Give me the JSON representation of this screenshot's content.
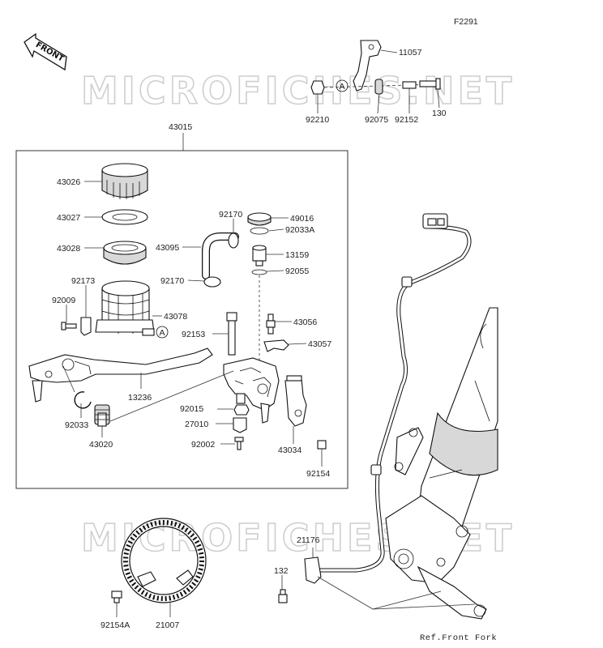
{
  "diagram": {
    "figure_code": "F2291",
    "front_badge": "FRONT",
    "watermark_text": "MICROFICHES.NET",
    "reference_label": "Ref.Front Fork",
    "assembly_callout": "A",
    "part_numbers": {
      "p11057": "11057",
      "p92210": "92210",
      "p92075": "92075",
      "p92152": "92152",
      "p130": "130",
      "p43015": "43015",
      "p43026": "43026",
      "p43027": "43027",
      "p43028": "43028",
      "p92173": "92173",
      "p92009": "92009",
      "p43078": "43078",
      "p92170a": "92170",
      "p92170b": "92170",
      "p43095": "43095",
      "p49016": "49016",
      "p92033A": "92033A",
      "p13159": "13159",
      "p92055": "92055",
      "p43056": "43056",
      "p43057": "43057",
      "p92153": "92153",
      "p13236": "13236",
      "p92033": "92033",
      "p43020": "43020",
      "p92015": "92015",
      "p27010": "27010",
      "p92002": "92002",
      "p43034": "43034",
      "p92154": "92154",
      "p21176": "21176",
      "p132": "132",
      "p92154A": "92154A",
      "p21007": "21007"
    }
  }
}
